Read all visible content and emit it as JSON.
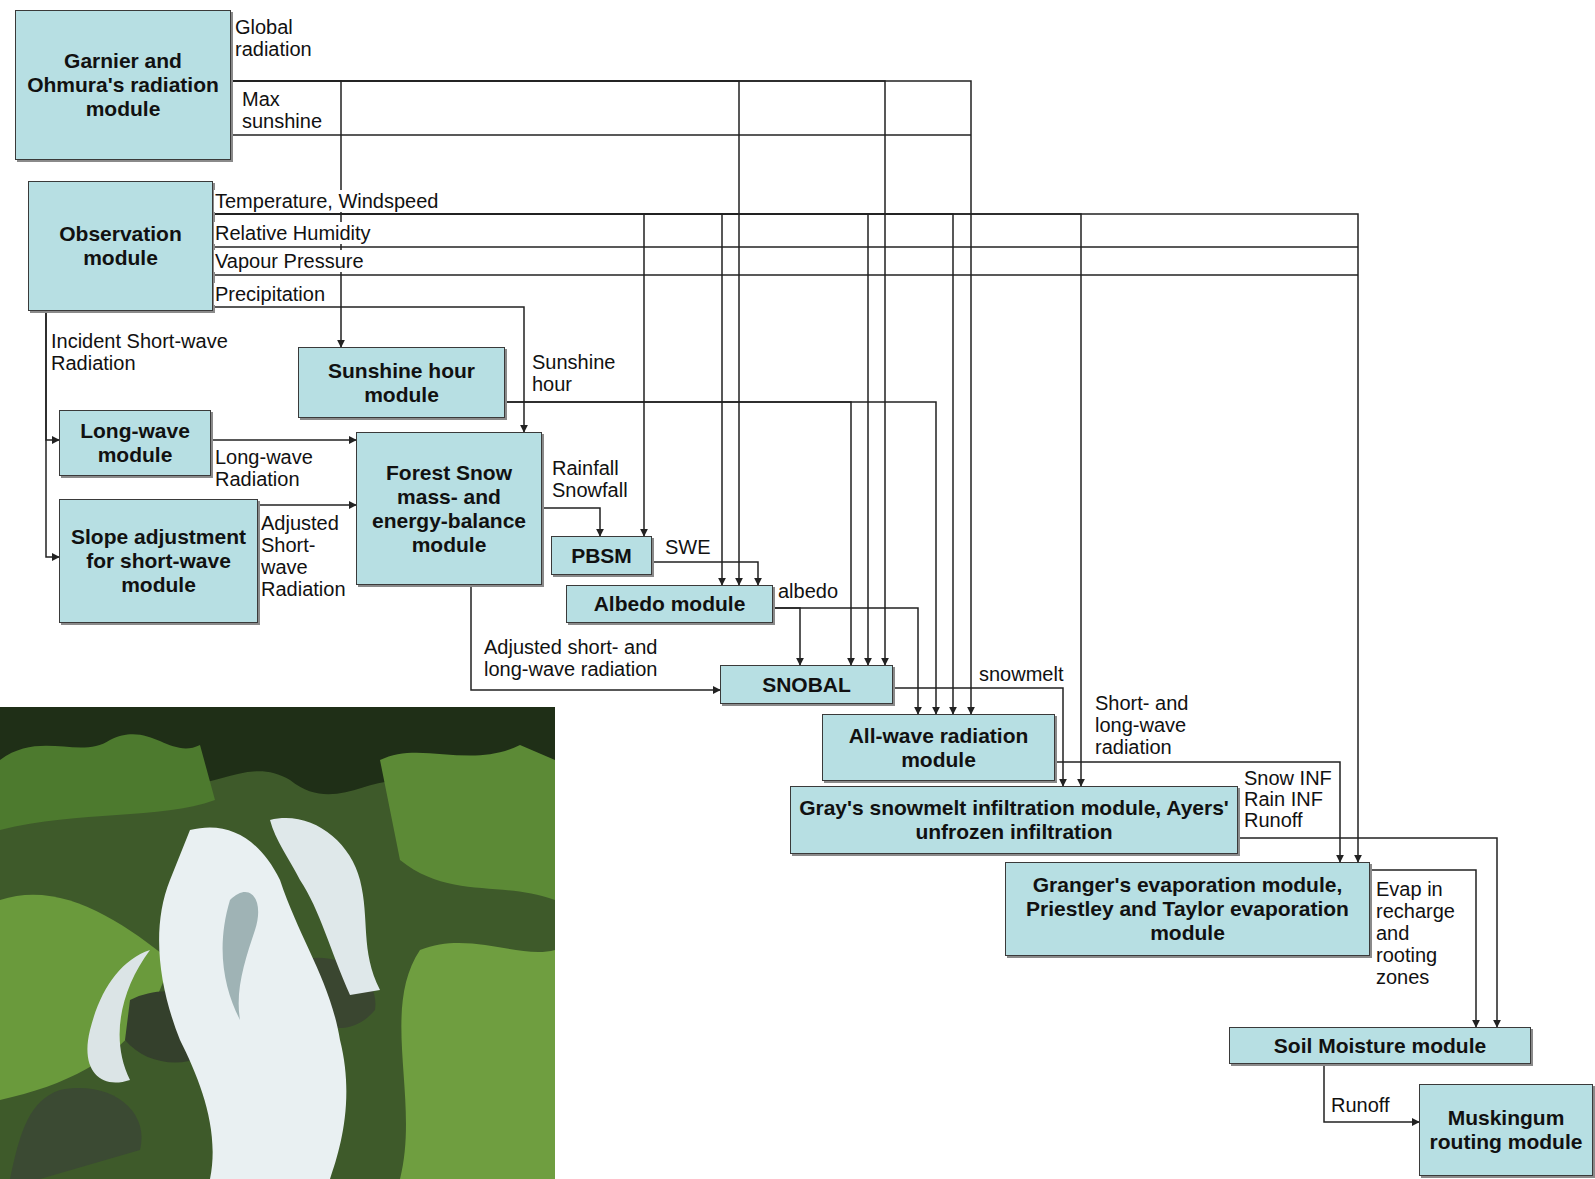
{
  "diagram": {
    "nodes": [
      {
        "text": [
          "Garnier and Ohmura's radiation module"
        ]
      },
      {
        "text": [
          "Observation module"
        ]
      },
      {
        "text": [
          "Sunshine hour module"
        ]
      },
      {
        "text": [
          "Long-wave module"
        ]
      },
      {
        "text": [
          "Slope adjustment for short-wave module"
        ]
      },
      {
        "text": [
          "Forest Snow mass- and energy-balance module"
        ]
      },
      {
        "text": [
          "PBSM"
        ]
      },
      {
        "text": [
          "Albedo module"
        ]
      },
      {
        "text": [
          "SNOBAL"
        ]
      },
      {
        "text": [
          "All-wave radiation module"
        ]
      },
      {
        "text": [
          "Gray's snowmelt infiltration module, Ayers' unfrozen infiltration"
        ]
      },
      {
        "text": [
          "Granger's evaporation module, Priestley and Taylor evaporation module"
        ]
      },
      {
        "text": [
          "Soil Moisture module"
        ]
      },
      {
        "text": [
          "Muskingum routing module"
        ]
      }
    ],
    "edges": [
      {
        "from": 0,
        "to": 2,
        "arrow": "to"
      },
      {
        "from": 0,
        "to": 7,
        "arrow": "to"
      },
      {
        "from": 0,
        "to": 8,
        "arrow": "to"
      },
      {
        "from": 0,
        "to": 9,
        "arrow": "to"
      },
      {
        "from": 1,
        "to": 6,
        "arrow": "to"
      },
      {
        "from": 1,
        "to": 7,
        "arrow": "to"
      },
      {
        "from": 1,
        "to": 8,
        "arrow": "to"
      },
      {
        "from": 1,
        "to": 9,
        "arrow": "to"
      },
      {
        "from": 1,
        "to": 10,
        "arrow": "to"
      },
      {
        "from": 1,
        "to": 11,
        "arrow": "to"
      },
      {
        "from": 1,
        "to": 5,
        "label": "Precipitation",
        "arrow": "to"
      },
      {
        "from": 1,
        "to": 3,
        "arrow": "to"
      },
      {
        "from": 1,
        "to": 4,
        "arrow": "to"
      },
      {
        "from": 2,
        "to": 8,
        "arrow": "to"
      },
      {
        "from": 2,
        "to": 9,
        "arrow": "to"
      },
      {
        "from": 3,
        "to": 5,
        "label": "Long-wave Radiation",
        "arrow": "to"
      },
      {
        "from": 4,
        "to": 5,
        "label": "Adjusted Short-wave Radiation",
        "arrow": "to"
      },
      {
        "from": 5,
        "to": 6,
        "label": "Rainfall Snowfall",
        "arrow": "to"
      },
      {
        "from": 6,
        "to": 7,
        "label": "SWE",
        "arrow": "to"
      },
      {
        "from": 5,
        "to": 8,
        "label": "Adjusted short- and long-wave radiation",
        "arrow": "to"
      },
      {
        "from": 7,
        "to": 8,
        "arrow": "to"
      },
      {
        "from": 7,
        "to": 9,
        "arrow": "to"
      },
      {
        "from": 8,
        "to": 10,
        "label": "snowmelt",
        "arrow": "to"
      },
      {
        "from": 9,
        "to": 11,
        "label": "Short- and long-wave radiation",
        "arrow": "to"
      },
      {
        "from": 10,
        "to": 12,
        "label": "Snow INF Rain INF Runoff",
        "arrow": "to"
      },
      {
        "from": 11,
        "to": 12,
        "label": "Evap in recharge and rooting zones",
        "arrow": "to"
      },
      {
        "from": 12,
        "to": 13,
        "label": "Runoff",
        "arrow": "to"
      }
    ],
    "labels": [
      "Global radiation",
      "Max sunshine",
      "Temperature, Windspeed",
      "Relative Humidity",
      "Vapour Pressure",
      "Incident Short-wave Radiation",
      "Sunshine hour",
      "albedo"
    ]
  }
}
